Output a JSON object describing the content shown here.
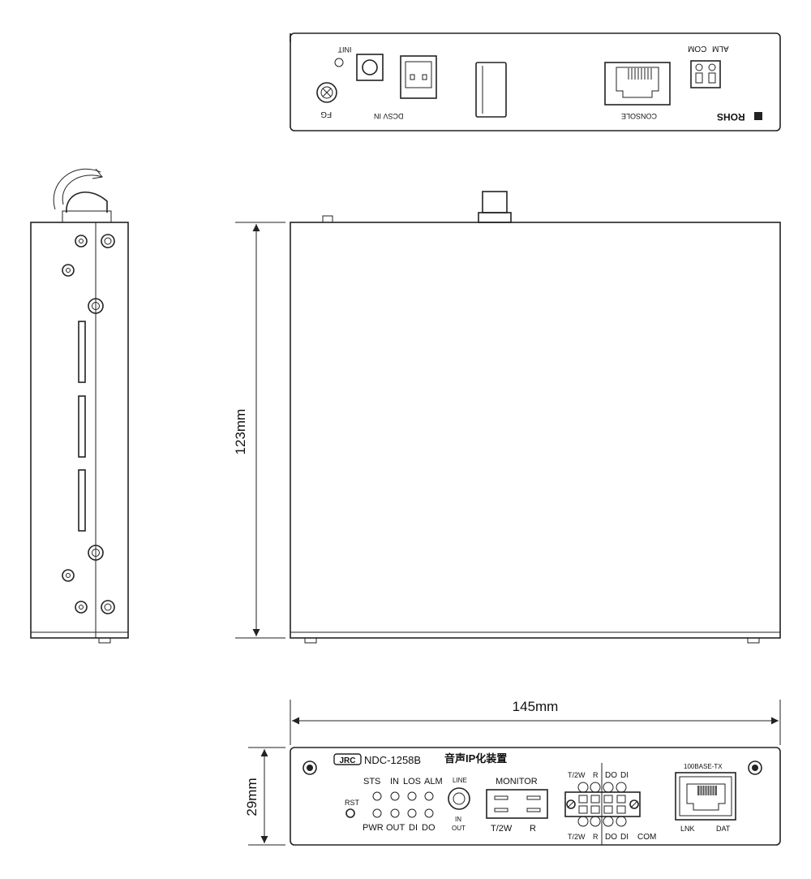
{
  "rear_panel": {
    "init_label": "INIT",
    "fg_label": "FG",
    "dcsv_label": "DCSV IN",
    "console_label": "CONSOLE",
    "alm_label": "ALM",
    "com_label": "COM",
    "rohs_label": "ROHS"
  },
  "dimensions": {
    "depth": "123mm",
    "width": "145mm",
    "height": "29mm"
  },
  "front_panel": {
    "brand": "JRC",
    "model": "NDC-1258B",
    "title_jp": "音声IP化装置",
    "led_top": [
      "STS",
      "IN",
      "LOS",
      "ALM"
    ],
    "led_bottom": [
      "PWR",
      "OUT",
      "DI",
      "DO"
    ],
    "rst_label": "RST",
    "line_label": "LINE",
    "in_label": "IN",
    "out_label": "OUT",
    "monitor_label": "MONITOR",
    "t2w_label": "T/2W",
    "r_label": "R",
    "term_top": [
      "T/2W",
      "R",
      "DO",
      "DI"
    ],
    "term_bottom": [
      "T/2W",
      "R",
      "DO",
      "DI",
      "COM"
    ],
    "eth_label": "100BASE-TX",
    "lnk_label": "LNK",
    "dat_label": "DAT"
  },
  "colors": {
    "line": "#222222",
    "background": "#ffffff"
  }
}
